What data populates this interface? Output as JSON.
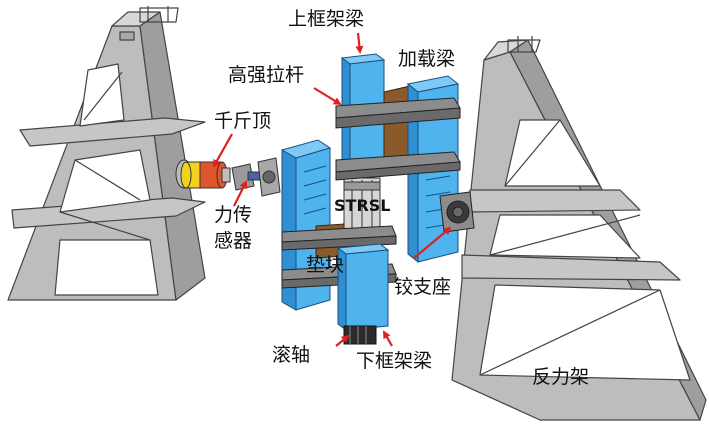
{
  "labels": {
    "upper_frame_beam": "上框架梁",
    "loading_beam": "加载梁",
    "high_strength_rod": "高强拉杆",
    "jack": "千斤顶",
    "force_sensor_line1": "力传",
    "force_sensor_line2": "感器",
    "specimen": "STRSL",
    "pad_block": "垫块",
    "hinge_support": "铰支座",
    "roller_shaft": "滚轴",
    "lower_frame_beam": "下框架梁",
    "reaction_frame": "反力架"
  },
  "colors": {
    "frame_gray": "#b9b9b9",
    "frame_dark": "#8c8c8c",
    "beam_blue": "#3fa9e6",
    "beam_blue_dark": "#1f6fb4",
    "wood_brown": "#8a5a2b",
    "jack_yellow": "#f2d21c",
    "jack_orange": "#e0562c",
    "arrow_red": "#e02020"
  }
}
